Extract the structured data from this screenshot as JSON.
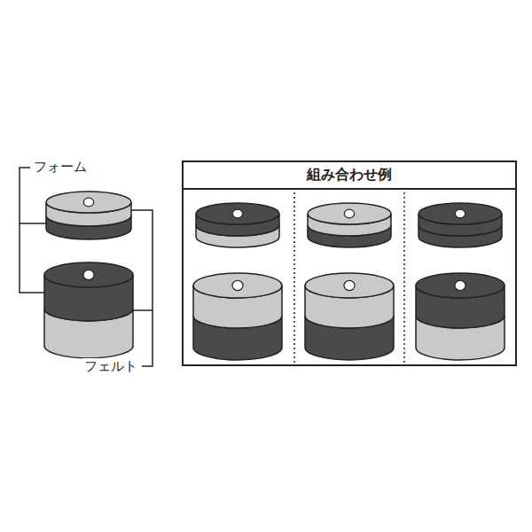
{
  "diagram": {
    "nodes": [
      {
        "text": [
          "組み合わせ例"
        ]
      }
    ],
    "labels": [
      "フォーム",
      "フェルト"
    ]
  }
}
